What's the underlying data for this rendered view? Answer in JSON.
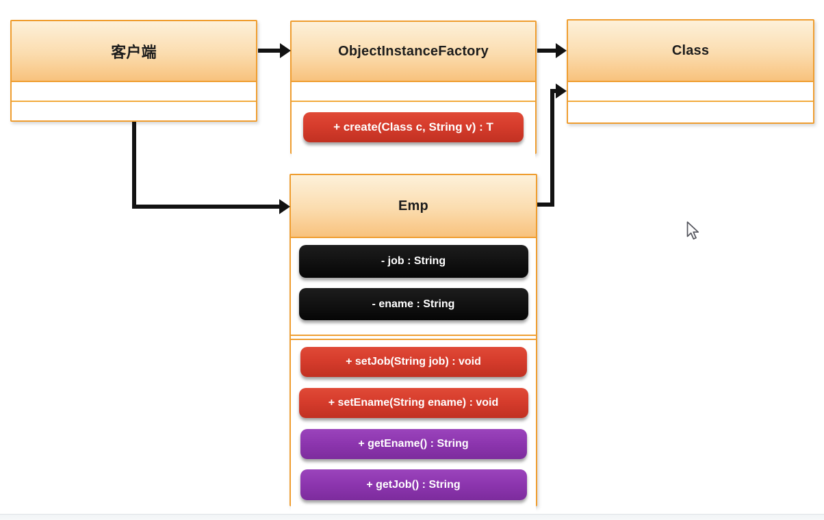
{
  "diagram": {
    "client": {
      "title": "客户端"
    },
    "factory": {
      "title": "ObjectInstanceFactory",
      "methods": [
        {
          "label": "+ create(Class c, String v) : T",
          "style": "red"
        }
      ]
    },
    "klass": {
      "title": "Class"
    },
    "emp": {
      "title": "Emp",
      "attributes": [
        {
          "label": "- job : String",
          "style": "black"
        },
        {
          "label": "- ename : String",
          "style": "black"
        }
      ],
      "methods": [
        {
          "label": "+ setJob(String job) : void",
          "style": "red"
        },
        {
          "label": "+ setEname(String ename) : void",
          "style": "red"
        },
        {
          "label": "+ getEname() : String",
          "style": "purple"
        },
        {
          "label": "+ getJob() : String",
          "style": "purple"
        }
      ]
    },
    "relationships": [
      {
        "from": "客户端",
        "to": "ObjectInstanceFactory"
      },
      {
        "from": "ObjectInstanceFactory",
        "to": "Class"
      },
      {
        "from": "客户端",
        "to": "Emp"
      },
      {
        "from": "Emp",
        "to": "Class"
      }
    ]
  },
  "colors": {
    "box_border": "#EF9D2F",
    "header_gradient_top": "#FDF1DA",
    "header_gradient_bottom": "#F8C27D",
    "pill_red": "#D63C2C",
    "pill_black": "#0B0B0B",
    "pill_purple": "#8C35AE",
    "pill_text": "#FFFFFF",
    "arrow": "#121212",
    "background": "#FFFFFF"
  },
  "pointer": {
    "type": "arrow-cursor"
  }
}
